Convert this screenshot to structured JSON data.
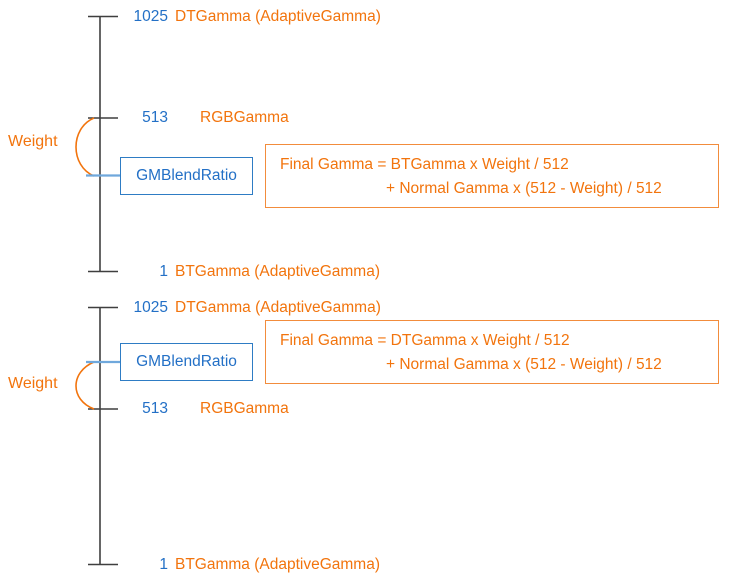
{
  "diagram": {
    "title": "Gamma blend ratio scales",
    "colors": {
      "blue_text": "#2370c6",
      "blue_border": "#2e7cc4",
      "orange_text": "#f2740d",
      "orange_border": "#f28c3c",
      "axis": "#3f3f3f",
      "connector_blue": "#6fa8dc",
      "brace_orange": "#f2740d",
      "background": "#ffffff"
    },
    "sections": [
      {
        "id": "upper",
        "axis_ticks": [
          {
            "value": "1025",
            "label": "DTGamma (AdaptiveGamma)"
          },
          {
            "value": "513",
            "label": "RGBGamma"
          },
          {
            "value": "1",
            "label": "BTGamma (AdaptiveGamma)"
          }
        ],
        "weight_label": "Weight",
        "blend_box_label": "GMBlendRatio",
        "formula": {
          "line1": "Final Gamma = BTGamma x Weight / 512",
          "line2": "+ Normal Gamma x (512 - Weight) / 512"
        }
      },
      {
        "id": "lower",
        "axis_ticks": [
          {
            "value": "1025",
            "label": "DTGamma (AdaptiveGamma)"
          },
          {
            "value": "513",
            "label": "RGBGamma"
          },
          {
            "value": "1",
            "label": "BTGamma (AdaptiveGamma)"
          }
        ],
        "weight_label": "Weight",
        "blend_box_label": "GMBlendRatio",
        "formula": {
          "line1": "Final Gamma = DTGamma x Weight / 512",
          "line2": "+ Normal Gamma x (512 - Weight) / 512"
        }
      }
    ]
  }
}
